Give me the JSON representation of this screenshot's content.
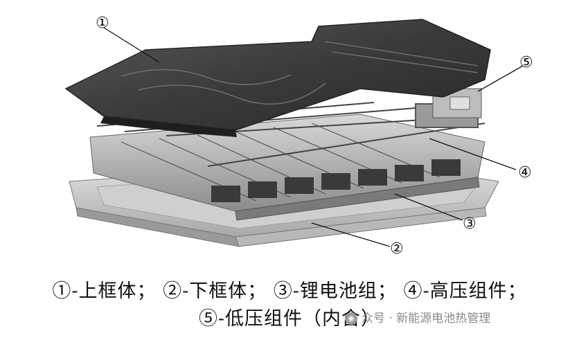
{
  "callouts": [
    "①",
    "②",
    "③",
    "④",
    "⑤"
  ],
  "caption": {
    "line1": "①-上框体； ②-下框体； ③-锂电池组； ④-高压组件；",
    "line2": "⑤-低压组件（内含）"
  },
  "watermark": {
    "icon": "wechat-icon",
    "text": "众号 · 新能源电池热管理"
  }
}
